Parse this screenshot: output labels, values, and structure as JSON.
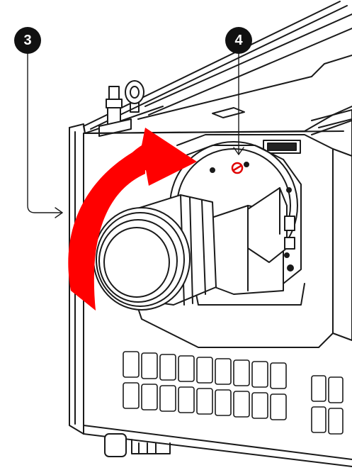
{
  "callouts": [
    {
      "id": "3",
      "label": "3"
    },
    {
      "id": "4",
      "label": "4"
    }
  ],
  "colors": {
    "line": "#1a1a1a",
    "fill": "#ffffff",
    "arrow": "#ff0000",
    "callout_bg": "#111111",
    "callout_text": "#ffffff",
    "lock_mark": "#e00000"
  },
  "icons": {
    "rotation_arrow": "curved-arrow-icon",
    "lock": "lock-symbol-icon"
  }
}
